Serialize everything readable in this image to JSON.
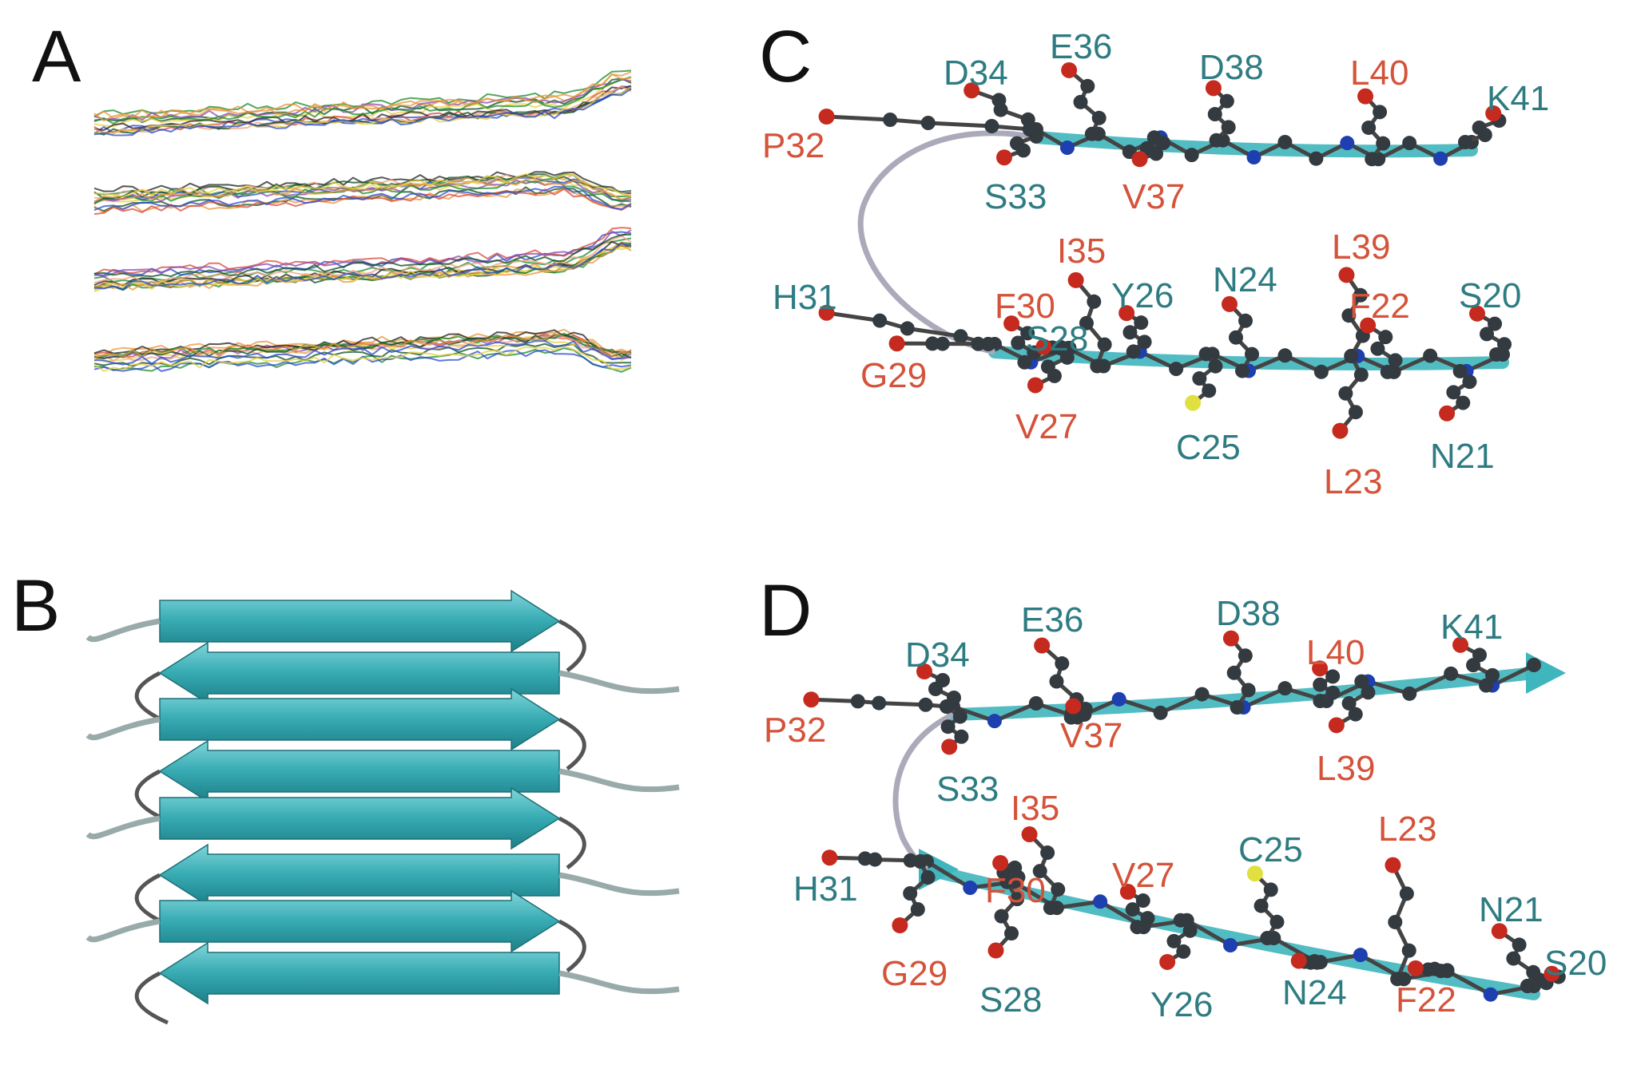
{
  "panels": {
    "A": {
      "letter": "A"
    },
    "B": {
      "letter": "B"
    },
    "C": {
      "letter": "C",
      "residues": [
        {
          "label": "D34",
          "kind": "polar"
        },
        {
          "label": "E36",
          "kind": "polar"
        },
        {
          "label": "D38",
          "kind": "polar"
        },
        {
          "label": "L40",
          "kind": "hydrophobic"
        },
        {
          "label": "K41",
          "kind": "polar"
        },
        {
          "label": "P32",
          "kind": "hydrophobic"
        },
        {
          "label": "S33",
          "kind": "polar"
        },
        {
          "label": "V37",
          "kind": "hydrophobic"
        },
        {
          "label": "L39",
          "kind": "hydrophobic"
        },
        {
          "label": "I35",
          "kind": "hydrophobic"
        },
        {
          "label": "H31",
          "kind": "polar"
        },
        {
          "label": "F30",
          "kind": "hydrophobic"
        },
        {
          "label": "Y26",
          "kind": "polar"
        },
        {
          "label": "N24",
          "kind": "polar"
        },
        {
          "label": "F22",
          "kind": "hydrophobic"
        },
        {
          "label": "S20",
          "kind": "polar"
        },
        {
          "label": "S28",
          "kind": "polar"
        },
        {
          "label": "G29",
          "kind": "hydrophobic"
        },
        {
          "label": "V27",
          "kind": "hydrophobic"
        },
        {
          "label": "C25",
          "kind": "polar"
        },
        {
          "label": "N21",
          "kind": "polar"
        },
        {
          "label": "L23",
          "kind": "hydrophobic"
        }
      ]
    },
    "D": {
      "letter": "D",
      "residues": [
        {
          "label": "E36",
          "kind": "polar"
        },
        {
          "label": "D38",
          "kind": "polar"
        },
        {
          "label": "D34",
          "kind": "polar"
        },
        {
          "label": "L40",
          "kind": "hydrophobic"
        },
        {
          "label": "K41",
          "kind": "polar"
        },
        {
          "label": "P32",
          "kind": "hydrophobic"
        },
        {
          "label": "V37",
          "kind": "hydrophobic"
        },
        {
          "label": "L39",
          "kind": "hydrophobic"
        },
        {
          "label": "S33",
          "kind": "polar"
        },
        {
          "label": "I35",
          "kind": "hydrophobic"
        },
        {
          "label": "C25",
          "kind": "polar"
        },
        {
          "label": "L23",
          "kind": "hydrophobic"
        },
        {
          "label": "H31",
          "kind": "polar"
        },
        {
          "label": "F30",
          "kind": "hydrophobic"
        },
        {
          "label": "V27",
          "kind": "hydrophobic"
        },
        {
          "label": "N21",
          "kind": "polar"
        },
        {
          "label": "G29",
          "kind": "hydrophobic"
        },
        {
          "label": "S20",
          "kind": "polar"
        },
        {
          "label": "S28",
          "kind": "polar"
        },
        {
          "label": "Y26",
          "kind": "polar"
        },
        {
          "label": "N24",
          "kind": "polar"
        },
        {
          "label": "F22",
          "kind": "hydrophobic"
        }
      ]
    }
  },
  "colors": {
    "polar_label": "#2e7c82",
    "hydrophobic_label": "#d4533a",
    "ribbon": "#3fb5bd",
    "atom_carbon": "#333a40",
    "atom_oxygen": "#c62a1e",
    "atom_nitrogen": "#1d3fb0",
    "atom_sulfur": "#e0e040"
  }
}
